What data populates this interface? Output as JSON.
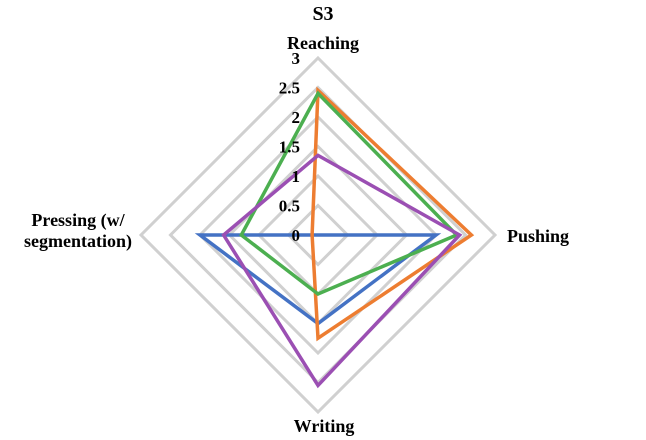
{
  "chart_data": {
    "type": "radar",
    "title": "S3",
    "axes": [
      "Reaching",
      "Pushing",
      "Writing",
      "Pressing (w/ segmentation)"
    ],
    "axis_label_lines": [
      [
        "Reaching"
      ],
      [
        "Pushing"
      ],
      [
        "Writing"
      ],
      [
        "Pressing (w/",
        "segmentation)"
      ]
    ],
    "r_ticks": [
      0,
      0.5,
      1,
      1.5,
      2,
      2.5,
      3
    ],
    "r_tick_labels": [
      "0",
      "0.5",
      "1",
      "1.5",
      "2",
      "2.5",
      "3"
    ],
    "r_range": [
      0,
      3
    ],
    "grid": true,
    "legend": "none",
    "series": [
      {
        "color": "#4472C4",
        "values": [
          0.0,
          2.0,
          1.5,
          2.0
        ]
      },
      {
        "color": "#ED7D31",
        "values": [
          2.45,
          2.6,
          1.75,
          0.1
        ]
      },
      {
        "color": "#4CAF50",
        "values": [
          2.4,
          2.35,
          1.0,
          1.3
        ]
      },
      {
        "color": "#9B4FB3",
        "values": [
          1.35,
          2.4,
          2.55,
          1.6
        ]
      }
    ],
    "colors": {
      "grid": "#D0D0D0",
      "text": "#000000"
    }
  }
}
